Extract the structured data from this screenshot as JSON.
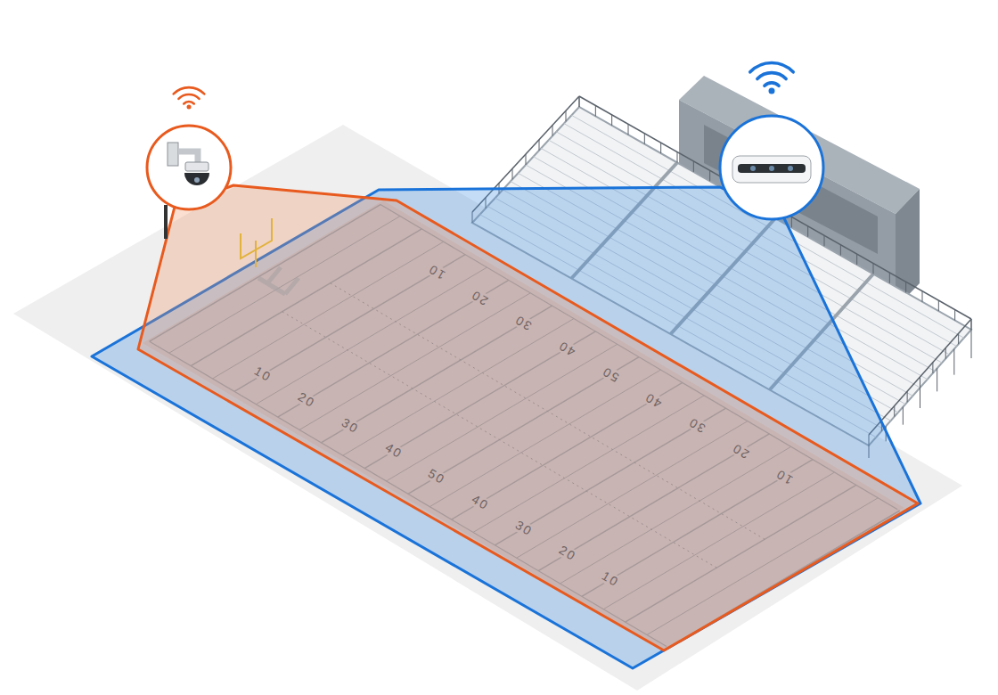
{
  "diagram": {
    "labels": [
      "10",
      "20",
      "30",
      "40",
      "50",
      "40",
      "30",
      "20",
      "10",
      "10",
      "20",
      "30",
      "40",
      "50",
      "40",
      "30",
      "20",
      "10"
    ]
  }
}
